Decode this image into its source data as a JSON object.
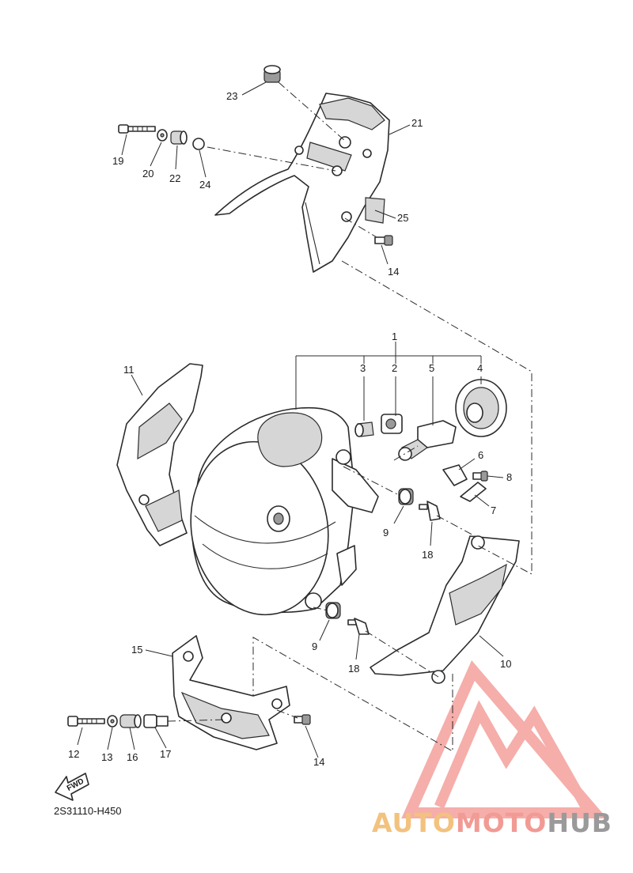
{
  "diagram_code": "2S31110-H450",
  "fwd_label": "FWD",
  "callouts": [
    {
      "id": "c1",
      "text": "1"
    },
    {
      "id": "c2",
      "text": "2"
    },
    {
      "id": "c3",
      "text": "3"
    },
    {
      "id": "c4",
      "text": "4"
    },
    {
      "id": "c5",
      "text": "5"
    },
    {
      "id": "c6",
      "text": "6"
    },
    {
      "id": "c7",
      "text": "7"
    },
    {
      "id": "c8",
      "text": "8"
    },
    {
      "id": "c9a",
      "text": "9"
    },
    {
      "id": "c9b",
      "text": "9"
    },
    {
      "id": "c10",
      "text": "10"
    },
    {
      "id": "c11",
      "text": "11"
    },
    {
      "id": "c12",
      "text": "12"
    },
    {
      "id": "c13",
      "text": "13"
    },
    {
      "id": "c14a",
      "text": "14"
    },
    {
      "id": "c14b",
      "text": "14"
    },
    {
      "id": "c15",
      "text": "15"
    },
    {
      "id": "c16",
      "text": "16"
    },
    {
      "id": "c17",
      "text": "17"
    },
    {
      "id": "c18a",
      "text": "18"
    },
    {
      "id": "c18b",
      "text": "18"
    },
    {
      "id": "c19",
      "text": "19"
    },
    {
      "id": "c20",
      "text": "20"
    },
    {
      "id": "c21",
      "text": "21"
    },
    {
      "id": "c22",
      "text": "22"
    },
    {
      "id": "c23",
      "text": "23"
    },
    {
      "id": "c24",
      "text": "24"
    },
    {
      "id": "c25",
      "text": "25"
    }
  ],
  "watermark": {
    "part1": "AUTO",
    "part2": "MOTO",
    "part3": "HUB",
    "colors": {
      "auto": "#f2c27e",
      "moto": "#f29a94",
      "hub": "#9a9a9a",
      "logo": "#f4a19c"
    }
  }
}
